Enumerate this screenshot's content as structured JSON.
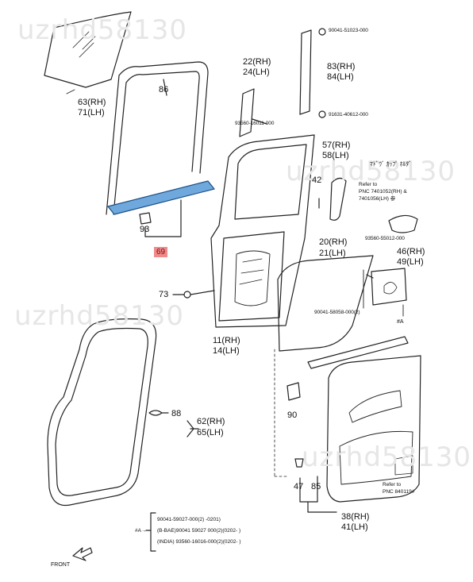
{
  "watermarks": [
    "uzrhd58130",
    "uzrhd58130",
    "uzrhd58130",
    "uzrhd58130"
  ],
  "highlight_part": "69",
  "parts": {
    "p63_71": [
      "63(RH)",
      "71(LH)"
    ],
    "p86": "86",
    "p22_24": [
      "22(RH)",
      "24(LH)"
    ],
    "p83_84": [
      "83(RH)",
      "84(LH)"
    ],
    "p93": "93",
    "p57_58": [
      "57(RH)",
      "58(LH)"
    ],
    "p42": "42",
    "p73": "73",
    "p11_14": [
      "11(RH)",
      "14(LH)"
    ],
    "p20_21": [
      "20(RH)",
      "21(LH)"
    ],
    "p46_49": [
      "46(RH)",
      "49(LH)"
    ],
    "p88": "88",
    "p62_65": [
      "62(RH)",
      "65(LH)"
    ],
    "p90": "90",
    "p47": "47",
    "p85": "85",
    "p38_41": [
      "38(RH)",
      "41(LH)"
    ],
    "pA": "#A"
  },
  "part_numbers": {
    "top_bolt": "90041-51023-000",
    "bottom_bolt": "91631-40612-000",
    "clip_24": "93560-16011-000",
    "clip_49": "93560-55012-000",
    "screw_21": "90041-58058-000(2)"
  },
  "notes": {
    "jp": "ﾏﾄﾞｳﾞ ｶｯﾌﾟ ﾎﾙﾀﾞ",
    "refer_cup": [
      "Refer to",
      "PNC 7401052(RH) &",
      "7401056(LH) 参"
    ],
    "refer_pnc": [
      "Refer to",
      "PNC 840119#"
    ]
  },
  "legend": {
    "marker": "#A→",
    "lines": [
      "90041-59027-000(2)      -0201)",
      "(B-BAE)90041 59027 000(2)(0202-   )",
      "(INDIA) 93560-16016-000(2)(0202-   )"
    ]
  },
  "front_label": "FRONT"
}
